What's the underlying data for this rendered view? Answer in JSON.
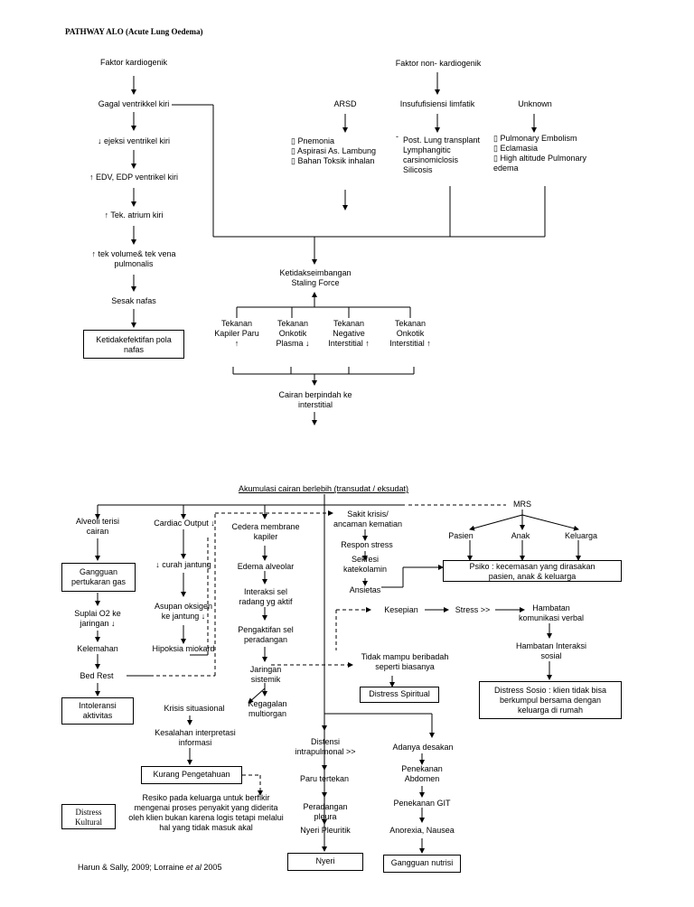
{
  "title": "PATHWAY ALO (Acute Lung Oedema)",
  "citation": {
    "prefix": "Harun & Sally, 2009; Lorraine ",
    "etal": "et al",
    "suffix": " 2005"
  },
  "nodes": {
    "faktor_kardiogenik": "Faktor kardiogenik",
    "faktor_non_kardiogenik": "Faktor non- kardiogenik",
    "gagal_ventrikel": "Gagal ventrikkel kiri",
    "ejeksi": "↓ ejeksi ventrikel kiri",
    "edv": "↑ EDV, EDP ventrikel kiri",
    "atrium": "↑ Tek. atrium kiri",
    "vena": "↑ tek volume& tek vena\npulmonalis",
    "sesak": "Sesak nafas",
    "pola_nafas": "Ketidakefektifan pola\nnafas",
    "arsd": "ARSD",
    "arsd_items": "▯ Pnemonia\n▯ Aspirasi As. Lambung\n▯ Bahan Toksik inhalan",
    "insuf": "Insufufisiensi limfatik",
    "insuf_items": "Post. Lung transplant\nLymphangitic\ncarsinomiclosis\nSilicosis",
    "unknown": "Unknown",
    "unknown_items": "▯ Pulmonary Embolism\n▯ Eclamasia\n▯ High altitude Pulmonary\n    edema",
    "staling": "Ketidakseimbangan\nStaling Force",
    "tek_kapiler": "Tekanan\nKapiler Paru\n↑",
    "tek_onkotik_plasma": "Tekanan\nOnkotik\nPlasma ↓",
    "tek_negative": "Tekanan\nNegative\nInterstitial ↑",
    "tek_onkotik_int": "Tekanan\nOnkotik\nInterstitial ↑",
    "cairan": "Cairan berpindah ke\ninterstitial",
    "akumulasi": "Akumulasi cairan berlebih (transudat / eksudat)",
    "mrs": "MRS",
    "alveoli": "Alveoli terisi\ncairan",
    "cardiac": "Cardiac Output ↓",
    "cedera": "Cedera membrane\nkapiler",
    "sakit": "Sakit krisis/\nancaman kematian",
    "gangguan_gas": "Gangguan\npertukaran gas",
    "curah": "↓ curah jantung",
    "edema": "Edema alveolar",
    "respon": "Respon stress",
    "pasien": "Pasien",
    "anak": "Anak",
    "keluarga": "Keluarga",
    "sekresi": "Sekresi\nkatekolamin",
    "psiko": "Psiko : kecemasan yang dirasakan\npasien, anak & keluarga",
    "suplai": "Suplai O2 ke\njaringan ↓",
    "asupan": "Asupan oksigen\nke jantung ↓",
    "interaksi": "Interaksi sel\nradang yg aktif",
    "ansietas": "Ansietas",
    "kesepian": "Kesepian",
    "stress": "Stress >>",
    "hambatan_verbal": "Hambatan\nkomunikasi verbal",
    "pengaktifan": "Pengaktifan sel\nperadangan",
    "kelemahan": "Kelemahan",
    "hipoksia": "Hipoksia miokard",
    "hambatan_sosial": "Hambatan Interaksi\nsosial",
    "tidak_mampu": "Tidak mampu beribadah\nseperti biasanya",
    "jaringan": "Jaringan\nsistemik",
    "bed_rest": "Bed Rest",
    "distress_spiritual": "Distress Spiritual",
    "distress_sosio": "Distress Sosio : klien tidak bisa\nberkumpul bersama dengan\nkeluarga di rumah",
    "intoleransi": "Intoleransi\naktivitas",
    "krisis": "Krisis situasional",
    "kegagalan": "Kegagalan\nmultiorgan",
    "kesalahan": "Kesalahan interpretasi\ninformasi",
    "distensi": "Distensi\nintrapulmonal >>",
    "desakan": "Adanya desakan",
    "kurang": "Kurang Pengetahuan",
    "paru": "Paru tertekan",
    "penekanan_abdomen": "Penekanan\nAbdomen",
    "resiko": "Resiko pada keluarga  untuk berfikir\nmengenai proses penyakit yang diderita\noleh klien bukan karena logis tetapi melalui\nhal yang tidak masuk akal",
    "distress_kultural": "Distress\nKultural",
    "peradangan": "Peradangan\npleura",
    "penekanan_git": "Penekanan GIT",
    "nyeri_pleuritik": "Nyeri Pleuritik",
    "anorexia": "Anorexia, Nausea",
    "nyeri": "Nyeri",
    "gangguan_nutrisi": "Gangguan nutrisi"
  }
}
